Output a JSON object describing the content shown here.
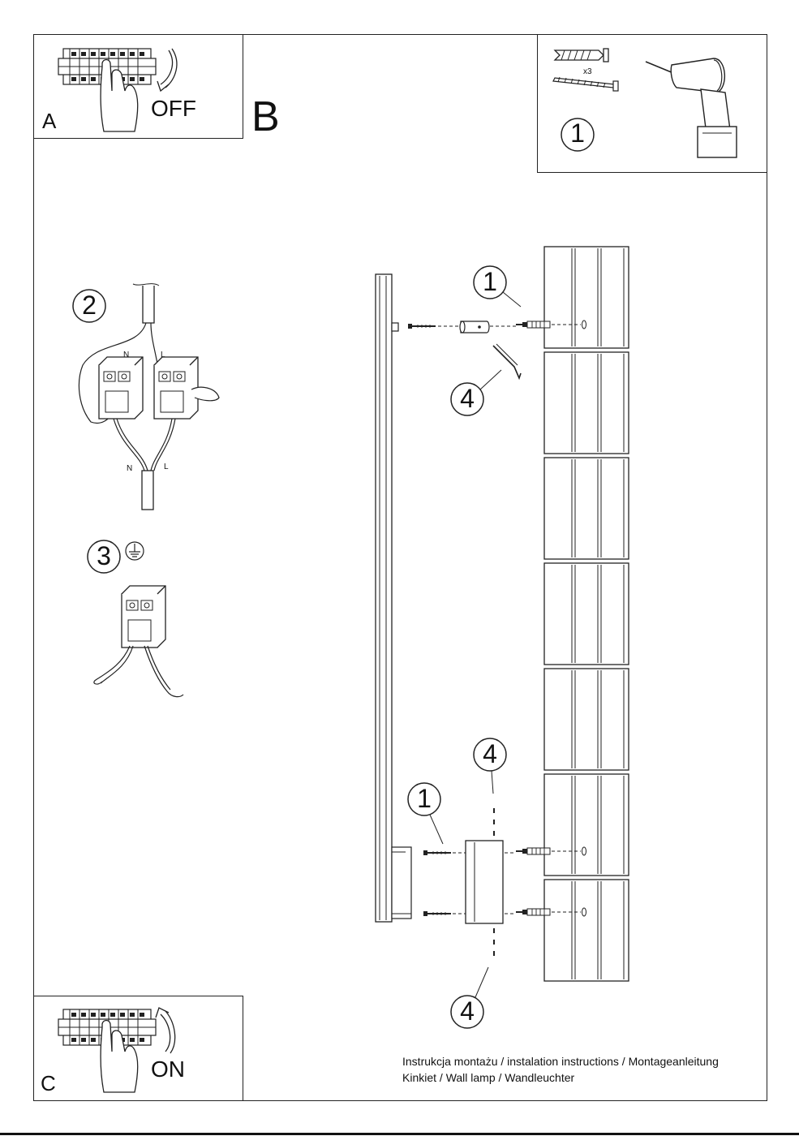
{
  "panels": {
    "a": {
      "letter": "A",
      "action": "OFF"
    },
    "b": {
      "letter": "B"
    },
    "c": {
      "letter": "C",
      "action": "ON"
    }
  },
  "tools": {
    "step": "1",
    "quantity": "x3"
  },
  "wiring": {
    "step": "2",
    "neutral_label": "N",
    "live_label": "L",
    "cable_neutral_label": "N",
    "cable_live_label": "L"
  },
  "ground": {
    "step": "3"
  },
  "callouts": {
    "top_screw": "1",
    "top_clip": "4",
    "bottom_box": "4",
    "bottom_screw": "1",
    "bottom_clip": "4"
  },
  "footer": {
    "line1": "Instrukcja montażu / instalation instructions / Montageanleitung",
    "line2": "Kinkiet / Wall lamp / Wandleuchter"
  }
}
